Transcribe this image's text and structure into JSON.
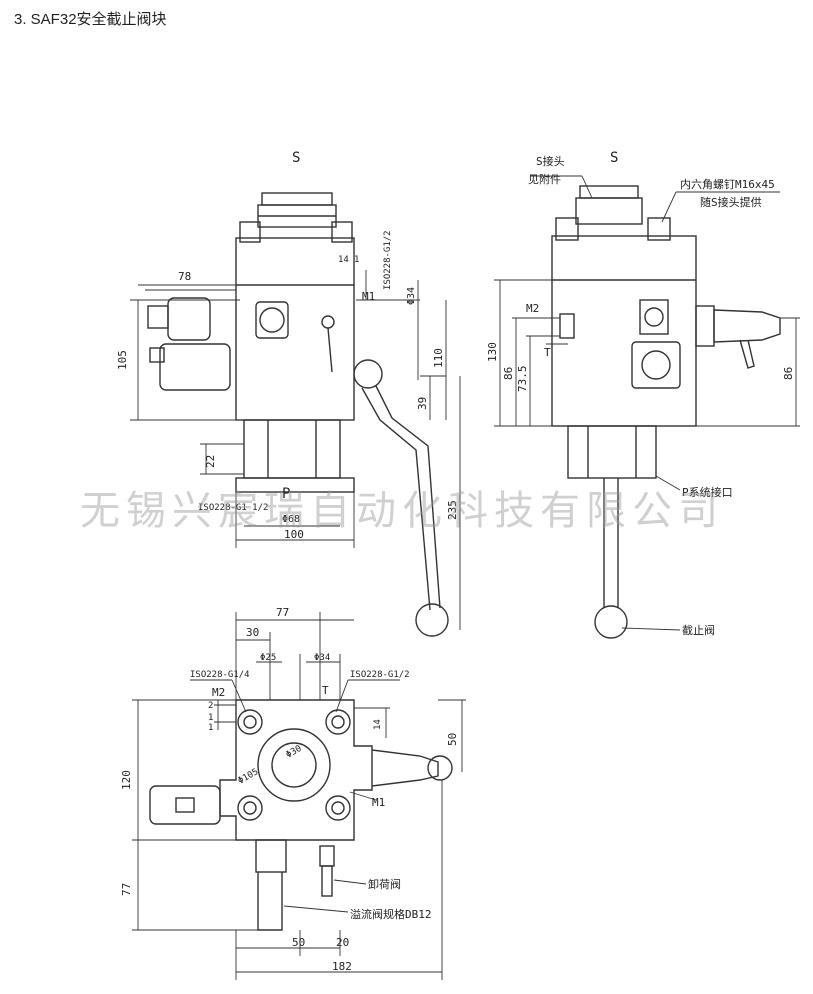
{
  "title": "3.  SAF32安全截止阀块",
  "watermark": "无锡兴宸瑞自动化科技有限公司",
  "front_view": {
    "port_s": "S",
    "port_p": "P",
    "dim_78": "78",
    "dim_105": "105",
    "dim_14": "14",
    "dim_1": "1",
    "dim_22": "22",
    "dim_110": "110",
    "dim_39": "39",
    "dim_235": "235",
    "dim_100": "100",
    "dim_phi68": "Φ68",
    "dim_phi34": "Φ34",
    "label_m1": "M1",
    "label_iso_top": "ISO228-G1/2",
    "label_iso_bottom": "ISO228-G1 1/2"
  },
  "side_view": {
    "port_s": "S",
    "s_joint": "S接头",
    "see_attachment": "见附件",
    "hex_screw": "内六角螺钉M16x45",
    "supplied_with_s": "随S接头提供",
    "label_m2": "M2",
    "label_t": "T",
    "dim_130": "130",
    "dim_86_left": "86",
    "dim_73_5": "73.5",
    "dim_86_right": "86",
    "system_port": "P系统接口",
    "shutoff_valve": "截止阀"
  },
  "top_view": {
    "dim_77_top": "77",
    "dim_30": "30",
    "dim_phi25": "Φ25",
    "dim_phi34": "Φ34",
    "iso_left": "ISO228-G1/4",
    "iso_right": "ISO228-G1/2",
    "label_m2": "M2",
    "label_t": "T",
    "label_m1": "M1",
    "dim_1a": "1",
    "dim_2": "2",
    "dim_1b": "1",
    "dim_14": "14",
    "dim_50": "50",
    "dim_120": "120",
    "dim_phi105": "Φ105",
    "dim_phi30": "Φ30",
    "dim_77_side": "77",
    "unload_valve": "卸荷阀",
    "relief_valve": "溢流阀规格DB12",
    "dim_50_bottom": "50",
    "dim_20": "20",
    "dim_182": "182"
  }
}
